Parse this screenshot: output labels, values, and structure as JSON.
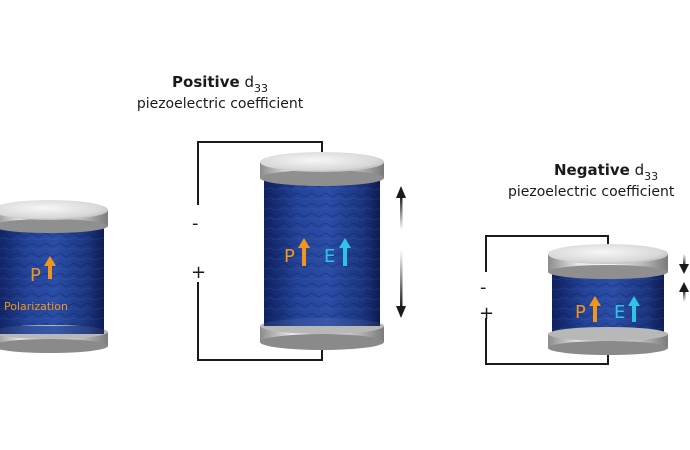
{
  "labels": {
    "polarization": "Polarization",
    "p": "P",
    "e": "E",
    "minus": "-",
    "plus": "+"
  },
  "positive": {
    "bold": "Positive",
    "symbol": "d",
    "subscript": "33",
    "line2": "piezoelectric coefficient"
  },
  "negative": {
    "bold": "Negative",
    "symbol": "d",
    "subscript": "33",
    "line2": "piezoelectric coefficient"
  },
  "colors": {
    "body": "#1f3d8f",
    "body_dark": "#142a66",
    "cap": "#c9c9c9",
    "p_arrow": "#f0961e",
    "e_arrow": "#2ec4e8",
    "wire": "#1a1a1a"
  }
}
